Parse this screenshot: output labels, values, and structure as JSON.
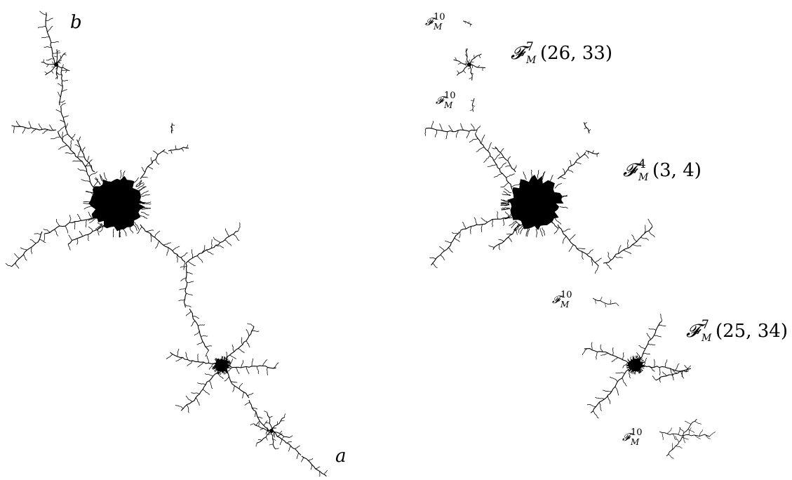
{
  "left_panel": {
    "point_b": "b",
    "point_a": "a"
  },
  "right_panel": {
    "fragments": [
      {
        "symbol": "𝓕",
        "sup": "10",
        "sub": "M",
        "args": ""
      },
      {
        "symbol": "𝓕",
        "sup": "7",
        "sub": "M",
        "args": "(26, 33)"
      },
      {
        "symbol": "𝓕",
        "sup": "10",
        "sub": "M",
        "args": ""
      },
      {
        "symbol": "𝓕",
        "sup": "4",
        "sub": "M",
        "args": "(3, 4)"
      },
      {
        "symbol": "𝓕",
        "sup": "10",
        "sub": "M",
        "args": ""
      },
      {
        "symbol": "𝓕",
        "sup": "7",
        "sub": "M",
        "args": "(25, 34)"
      },
      {
        "symbol": "𝓕",
        "sup": "10",
        "sub": "M",
        "args": ""
      }
    ]
  },
  "colors": {
    "ink": "#000000",
    "background": "#ffffff"
  }
}
